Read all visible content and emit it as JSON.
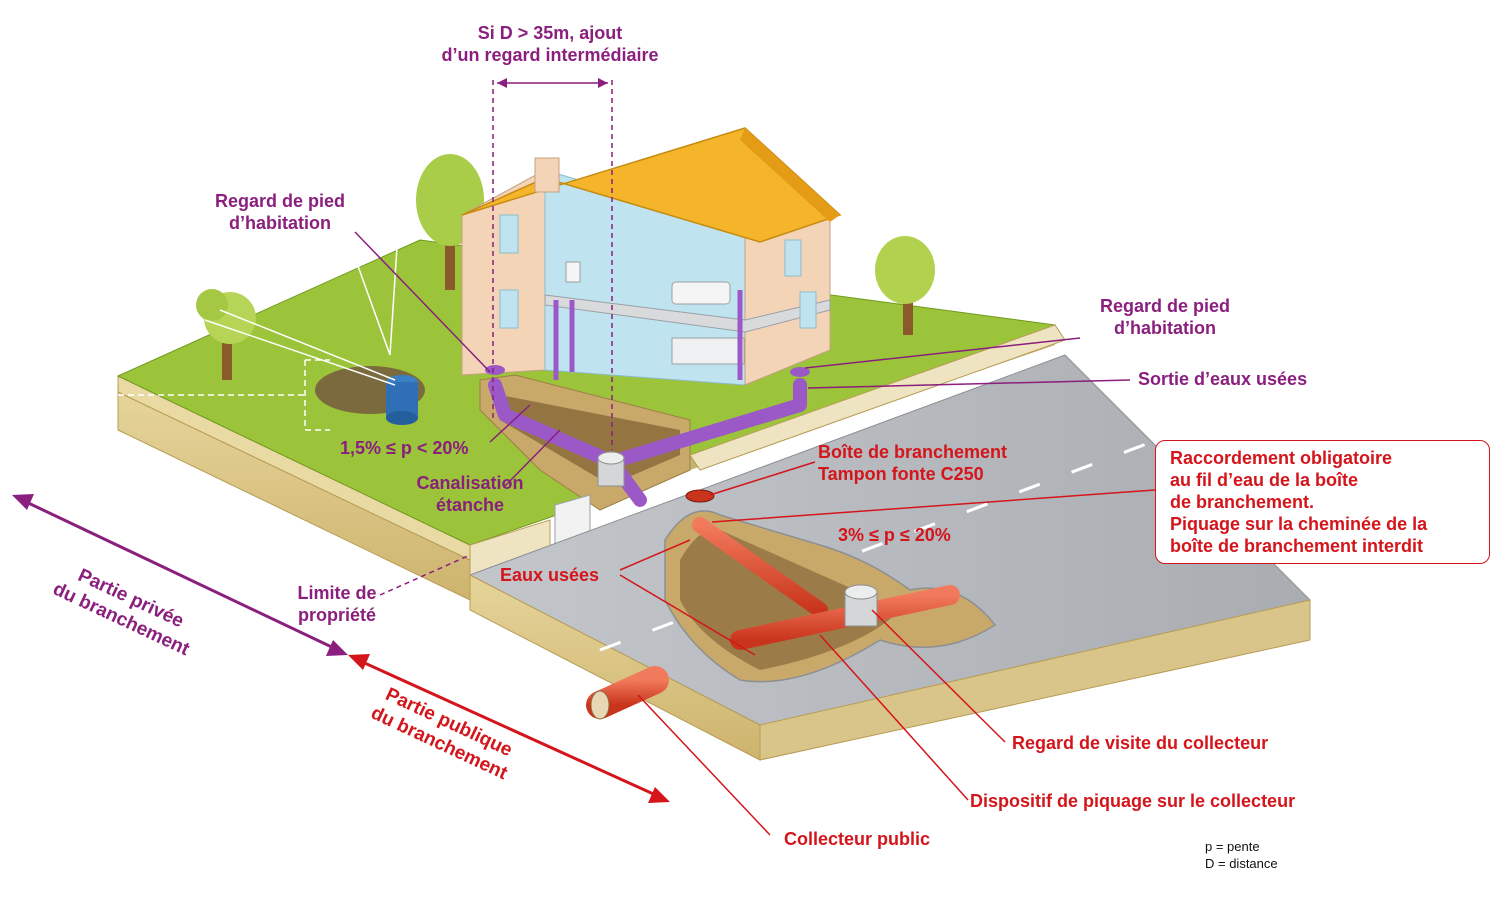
{
  "labels": {
    "distance_note_line1": "Si D > 35m, ajout",
    "distance_note_line2": "d’un regard intermédiaire",
    "regard_pied_left_line1": "Regard de pied",
    "regard_pied_left_line2": "d’habitation",
    "regard_pied_right_line1": "Regard de pied",
    "regard_pied_right_line2": "d’habitation",
    "sortie_eaux_usees": "Sortie d’eaux usées",
    "pente_prive": "1,5% ≤ p < 20%",
    "canalisation_line1": "Canalisation",
    "canalisation_line2": "étanche",
    "boite_line1": "Boîte de branchement",
    "boite_line2": "Tampon fonte C250",
    "pente_public": "3% ≤ p ≤ 20%",
    "eaux_usees": "Eaux usées",
    "limite_line1": "Limite de",
    "limite_line2": "propriété",
    "regard_visite": "Regard de visite du collecteur",
    "dispositif_piquage": "Dispositif de piquage sur le collecteur",
    "collecteur_public": "Collecteur public"
  },
  "note_box": {
    "line1": "Raccordement obligatoire",
    "line2": "au fil d’eau de la boîte",
    "line3": "de branchement.",
    "line4": "Piquage sur la cheminée de la",
    "line5": "boîte de branchement interdit"
  },
  "zones": {
    "private_line1": "Partie privée",
    "private_line2": "du branchement",
    "public_line1": "Partie publique",
    "public_line2": "du branchement"
  },
  "legend": {
    "p": "p = pente",
    "d": "D = distance"
  },
  "colors": {
    "private_accent": "#8a1f7e",
    "public_accent": "#d4151b",
    "pipe_private": "#9b59c8",
    "pipe_public": "#e8472c",
    "road": "#b9bcc0",
    "grass": "#9cc43a",
    "soil": "#d9c489",
    "roof": "#f5b52a"
  }
}
